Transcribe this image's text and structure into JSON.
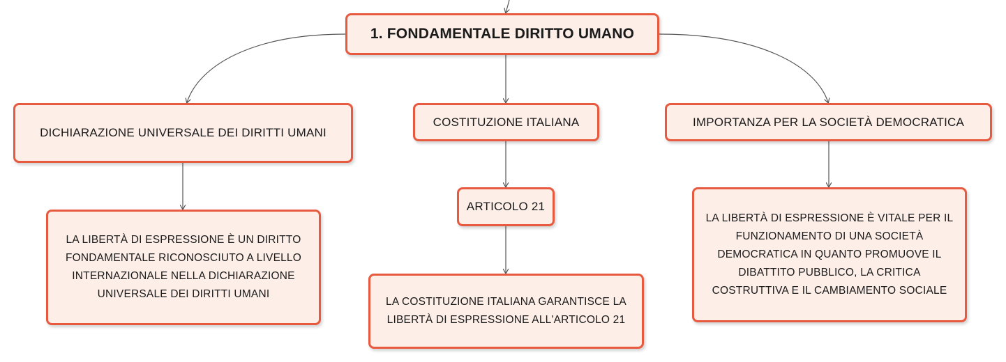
{
  "colors": {
    "node_fill": "#fdeee8",
    "node_border": "#e85a40",
    "connector": "#555555"
  },
  "root": {
    "label": "1. FONDAMENTALE DIRITTO UMANO"
  },
  "topics": {
    "left": {
      "label": "DICHIARAZIONE UNIVERSALE DEI DIRITTI UMANI",
      "detail": "LA LIBERTÀ DI ESPRESSIONE È UN DIRITTO FONDAMENTALE RICONOSCIUTO A LIVELLO INTERNAZIONALE NELLA DICHIARAZIONE UNIVERSALE DEI DIRITTI UMANI"
    },
    "middle": {
      "label": "COSTITUZIONE ITALIANA",
      "sub_label": "ARTICOLO 21",
      "detail": "LA COSTITUZIONE ITALIANA GARANTISCE LA LIBERTÀ DI ESPRESSIONE ALL'ARTICOLO 21"
    },
    "right": {
      "label": "IMPORTANZA PER LA SOCIETÀ DEMOCRATICA",
      "detail": "LA LIBERTÀ DI ESPRESSIONE È VITALE PER IL FUNZIONAMENTO DI UNA SOCIETÀ DEMOCRATICA IN QUANTO PROMUOVE IL DIBATTITO PUBBLICO, LA CRITICA COSTRUTTIVA E IL CAMBIAMENTO SOCIALE"
    }
  }
}
